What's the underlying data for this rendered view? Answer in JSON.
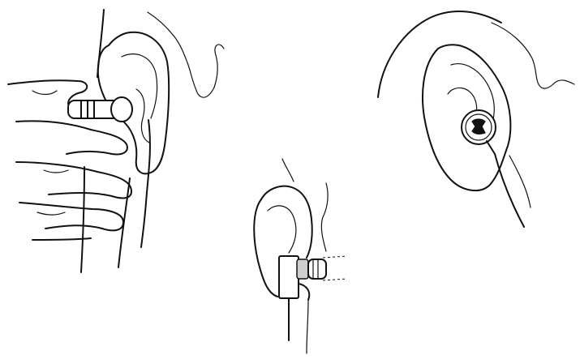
{
  "figure": {
    "panels": [
      {
        "id": "step-insert",
        "icon": "hand-inserting-earphone-icon"
      },
      {
        "id": "step-fit-side-view",
        "icon": "earphone-fit-side-view-icon"
      },
      {
        "id": "step-worn",
        "icon": "earphone-worn-in-ear-icon"
      }
    ],
    "line_color": "#111111",
    "background": "#ffffff"
  }
}
